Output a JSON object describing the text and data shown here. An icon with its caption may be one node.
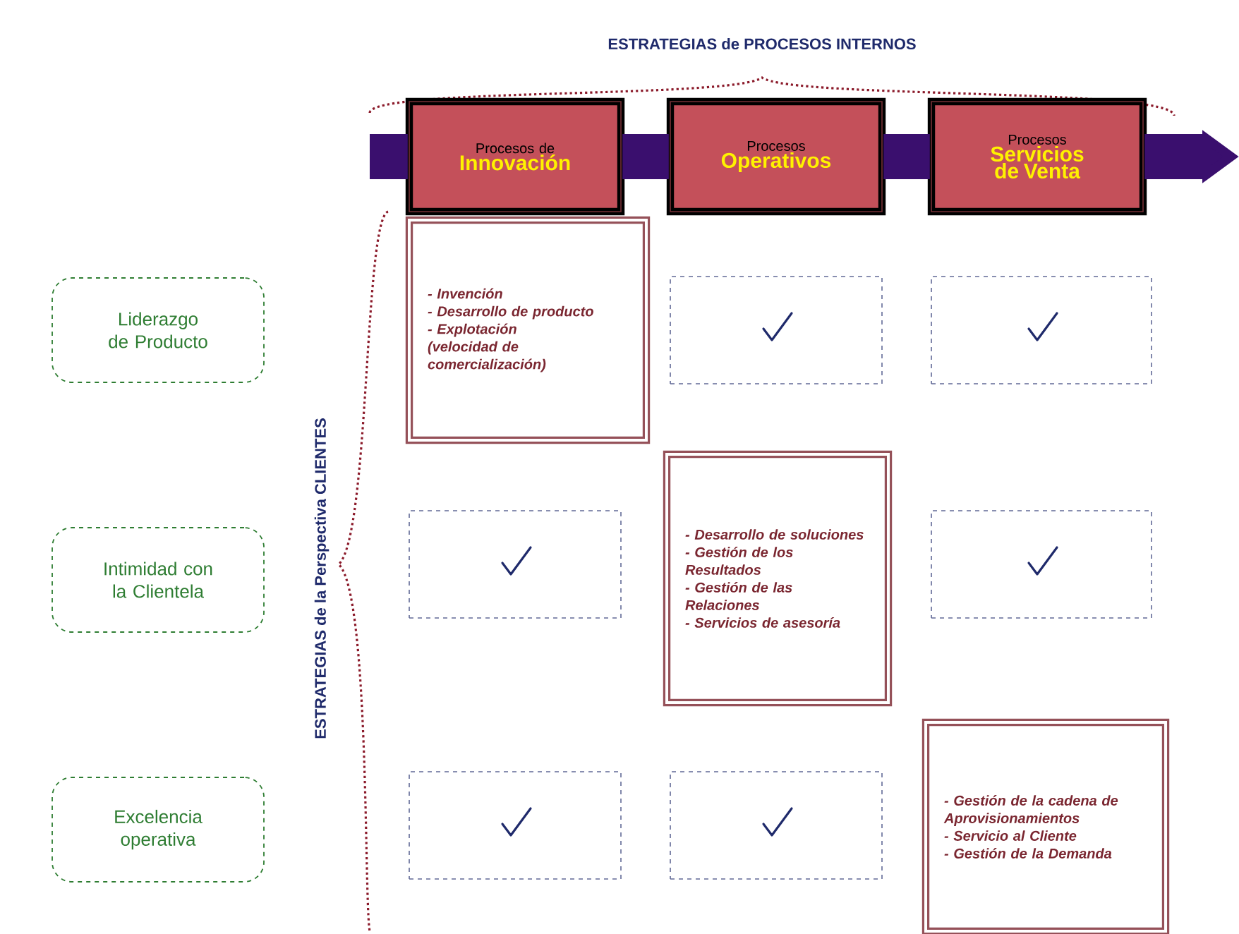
{
  "diagram": {
    "title": "ESTRATEGIAS de PROCESOS INTERNOS",
    "nodes": [
      {
        "text": [
          "Procesos de",
          "Innovación"
        ]
      },
      {
        "text": [
          "Procesos",
          "Operativos"
        ]
      },
      {
        "text": [
          "Procesos",
          "Servicios de Venta"
        ]
      },
      {
        "text": [
          "Liderazgo de Producto"
        ]
      },
      {
        "text": [
          "Intimidad con la Clientela"
        ]
      },
      {
        "text": [
          "Excelencia operativa"
        ]
      },
      {
        "text": [
          "- Invención",
          "- Desarrollo de producto",
          "- Explotación",
          "(velocidad de comercialización)"
        ]
      },
      {
        "text": [],
        "shape": "box"
      },
      {
        "text": [],
        "shape": "box"
      },
      {
        "text": [],
        "shape": "box"
      },
      {
        "text": [
          "- Desarrollo de soluciones",
          "- Gestión de los Resultados",
          "- Gestión de las Relaciones",
          "- Servicios de asesoría"
        ]
      },
      {
        "text": [],
        "shape": "box"
      },
      {
        "text": [],
        "shape": "box"
      },
      {
        "text": [],
        "shape": "box"
      },
      {
        "text": [
          "- Gestión de la cadena de Aprovisionamientos",
          "- Servicio al Cliente",
          "- Gestión de la Demanda"
        ]
      }
    ],
    "edges": [
      {
        "from": null,
        "to": 0,
        "arrow": "none"
      },
      {
        "from": 0,
        "to": 1,
        "arrow": "none"
      },
      {
        "from": 1,
        "to": 2,
        "arrow": "none"
      },
      {
        "from": 2,
        "to": null,
        "arrow": "to"
      }
    ],
    "labels": [
      "ESTRATEGIAS de la Perspectiva CLIENTES"
    ]
  }
}
